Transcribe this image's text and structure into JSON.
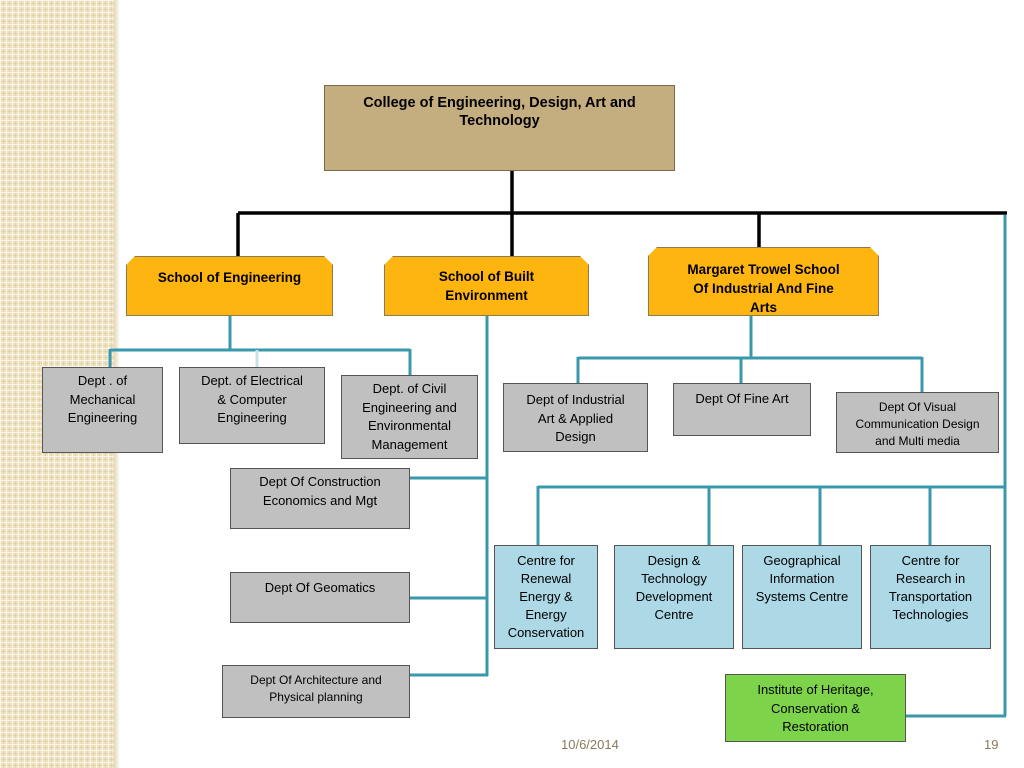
{
  "college": "College of Engineering, Design, Art and Technology",
  "schools": {
    "engineering": "School of Engineering",
    "built_environment": "School of Built\nEnvironment",
    "margaret_trowel": "Margaret Trowel School\nOf  Industrial And Fine\nArts"
  },
  "departments": {
    "mechanical": "Dept . of\nMechanical\nEngineering",
    "electrical": "Dept. of Electrical\n& Computer\nEngineering",
    "civil": "Dept. of Civil\nEngineering and\nEnvironmental\nManagement",
    "construction": "Dept Of Construction\nEconomics and Mgt",
    "geomatics": "Dept Of Geomatics",
    "architecture": "Dept Of Architecture and\nPhysical planning",
    "industrial_art": "Dept of Industrial\nArt  & Applied\nDesign",
    "fine_art": "Dept Of Fine Art",
    "visual_communication": "Dept Of Visual\nCommunication Design\nand Multi media"
  },
  "centres": {
    "renewable_energy": "Centre for\nRenewal\nEnergy &\nEnergy\nConservation",
    "design_technology": "Design &\nTechnology\nDevelopment\nCentre",
    "gis": "Geographical\nInformation\nSystems Centre",
    "transportation": "Centre for\nResearch in\nTransportation\nTechnologies"
  },
  "institute": "Institute of Heritage,\nConservation &\nRestoration",
  "footer": {
    "date": "10/6/2014",
    "page": "19"
  },
  "colors": {
    "college_fill": "#c4ad7e",
    "school_fill": "#ffb50f",
    "dept_fill": "#c0c0c0",
    "centre_fill": "#add8e6",
    "institute_fill": "#7dd34a",
    "primary_connector": "#000000",
    "secondary_connector": "#3a98ad"
  }
}
